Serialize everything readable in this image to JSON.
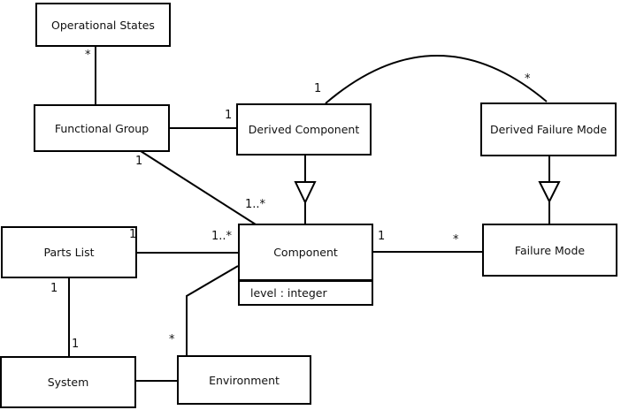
{
  "colors": {
    "background": "#ffffff",
    "line": "#000000",
    "box_fill": "#ffffff",
    "text": "#111111"
  },
  "classes": [
    {
      "id": "operational-states",
      "name": "Operational States"
    },
    {
      "id": "functional-group",
      "name": "Functional Group"
    },
    {
      "id": "derived-component",
      "name": "Derived Component"
    },
    {
      "id": "derived-failure-mode",
      "name": "Derived Failure Mode"
    },
    {
      "id": "parts-list",
      "name": "Parts List"
    },
    {
      "id": "component",
      "name": "Component",
      "attributes": [
        "level : integer"
      ]
    },
    {
      "id": "failure-mode",
      "name": "Failure Mode"
    },
    {
      "id": "system",
      "name": "System"
    },
    {
      "id": "environment",
      "name": "Environment"
    }
  ],
  "multiplicity_labels": [
    {
      "id": "operationalstates-end",
      "text": "*"
    },
    {
      "id": "derivedcomponent-end-from-functionalgroup",
      "text": "1"
    },
    {
      "id": "arc-derivedcomponent-end",
      "text": "1"
    },
    {
      "id": "arc-derivedfailuremode-end",
      "text": "*"
    },
    {
      "id": "functionalgroup-end-to-component",
      "text": "1"
    },
    {
      "id": "component-end-from-functionalgroup",
      "text": "1..*"
    },
    {
      "id": "partslist-end-to-component",
      "text": "1"
    },
    {
      "id": "component-end-from-partslist",
      "text": "1..*"
    },
    {
      "id": "component-end-to-failuremode",
      "text": "1"
    },
    {
      "id": "failuremode-end",
      "text": "*"
    },
    {
      "id": "partslist-end-to-system",
      "text": "1"
    },
    {
      "id": "system-end",
      "text": "1"
    },
    {
      "id": "environment-end",
      "text": "*"
    }
  ],
  "relationships": [
    {
      "from": "Operational States",
      "to": "Functional Group",
      "type": "association",
      "from_multiplicity": "*"
    },
    {
      "from": "Functional Group",
      "to": "Derived Component",
      "type": "association",
      "to_multiplicity": "1"
    },
    {
      "from": "Derived Component",
      "to": "Derived Failure Mode",
      "type": "association-arc",
      "from_multiplicity": "1",
      "to_multiplicity": "*"
    },
    {
      "from": "Derived Component",
      "to": "Component",
      "type": "generalization",
      "arrow": "hollow triangle pointing to Component"
    },
    {
      "from": "Derived Failure Mode",
      "to": "Failure Mode",
      "type": "generalization",
      "arrow": "hollow triangle pointing to Failure Mode"
    },
    {
      "from": "Functional Group",
      "to": "Component",
      "type": "association",
      "from_multiplicity": "1",
      "to_multiplicity": "1..*"
    },
    {
      "from": "Parts List",
      "to": "Component",
      "type": "association",
      "from_multiplicity": "1",
      "to_multiplicity": "1..*"
    },
    {
      "from": "Component",
      "to": "Failure Mode",
      "type": "association",
      "from_multiplicity": "1",
      "to_multiplicity": "*"
    },
    {
      "from": "Parts List",
      "to": "System",
      "type": "association",
      "from_multiplicity": "1",
      "to_multiplicity": "1"
    },
    {
      "from": "System",
      "to": "Environment",
      "type": "association"
    },
    {
      "from": "Environment",
      "to": "Component",
      "type": "association",
      "from_multiplicity": "*"
    }
  ]
}
